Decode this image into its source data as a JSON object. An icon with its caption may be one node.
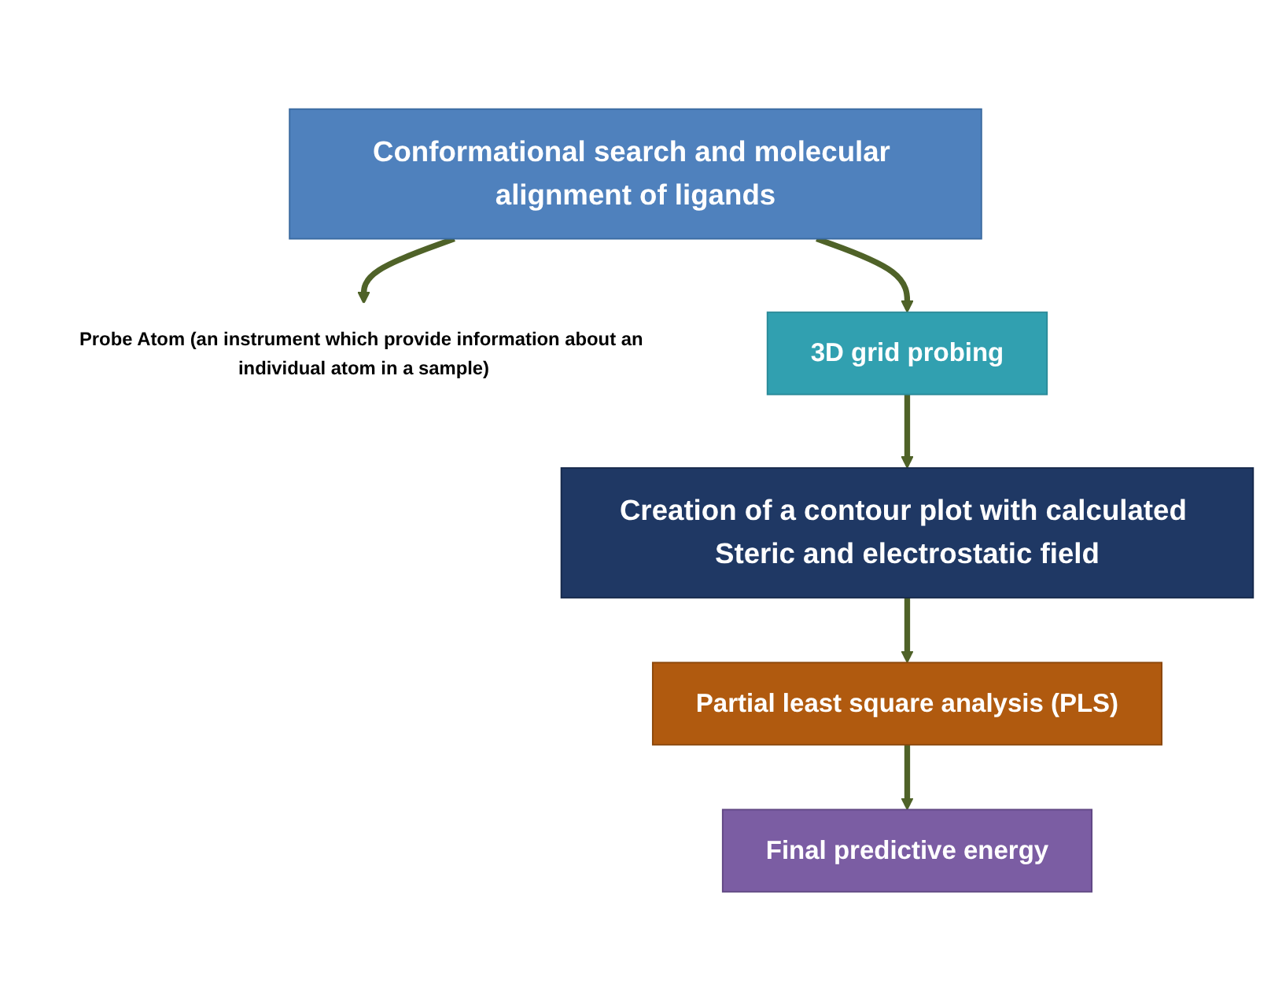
{
  "diagram": {
    "nodes": [
      {
        "text": [
          "Conformational search and molecular alignment of ligands"
        ]
      },
      {
        "text": [
          "Probe Atom (an instrument which provide information about an individual atom in a sample)"
        ]
      },
      {
        "text": [
          "3D grid probing"
        ]
      },
      {
        "text": [
          "Creation of a contour plot with calculated Steric and electrostatic field"
        ]
      },
      {
        "text": [
          "Partial least square analysis (PLS)"
        ]
      },
      {
        "text": [
          "Final predictive energy"
        ]
      }
    ],
    "edges": [
      {
        "from": 0,
        "to": 2,
        "arrow": "to"
      },
      {
        "from": 0,
        "to": 1,
        "arrow": "to"
      },
      {
        "from": 2,
        "to": 3,
        "arrow": "to"
      },
      {
        "from": 3,
        "to": 4,
        "arrow": "to"
      },
      {
        "from": 4,
        "to": 5,
        "arrow": "to"
      }
    ]
  }
}
